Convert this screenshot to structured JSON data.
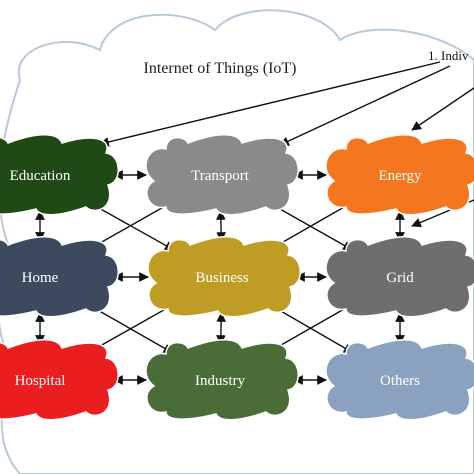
{
  "title": "Internet of Things (IoT)",
  "note": "1. Indiv",
  "nodes": [
    {
      "id": "education",
      "label": "Education",
      "color": "#1f4a16"
    },
    {
      "id": "transport",
      "label": "Transport",
      "color": "#8a8a8a"
    },
    {
      "id": "energy",
      "label": "Energy",
      "color": "#f4771f"
    },
    {
      "id": "home",
      "label": "Home",
      "color": "#3d4a5e"
    },
    {
      "id": "business",
      "label": "Business",
      "color": "#bf9d24"
    },
    {
      "id": "grid",
      "label": "Grid",
      "color": "#6e6e6e"
    },
    {
      "id": "hospital",
      "label": "Hospital",
      "color": "#ea1e1e"
    },
    {
      "id": "industry",
      "label": "Industry",
      "color": "#4a6d38"
    },
    {
      "id": "others",
      "label": "Others",
      "color": "#8aa2bf"
    }
  ],
  "edges": [
    [
      "education",
      "transport"
    ],
    [
      "transport",
      "energy"
    ],
    [
      "home",
      "business"
    ],
    [
      "business",
      "grid"
    ],
    [
      "hospital",
      "industry"
    ],
    [
      "industry",
      "others"
    ],
    [
      "education",
      "home"
    ],
    [
      "home",
      "hospital"
    ],
    [
      "transport",
      "business"
    ],
    [
      "business",
      "industry"
    ],
    [
      "energy",
      "grid"
    ],
    [
      "grid",
      "others"
    ],
    [
      "education",
      "business"
    ],
    [
      "home",
      "transport"
    ],
    [
      "transport",
      "grid"
    ],
    [
      "energy",
      "business"
    ],
    [
      "home",
      "industry"
    ],
    [
      "hospital",
      "business"
    ],
    [
      "business",
      "others"
    ],
    [
      "grid",
      "industry"
    ]
  ],
  "colors": {
    "cloud_fill": "#ffffff",
    "cloud_stroke": "#b9c9da",
    "arrow": "#111111"
  }
}
